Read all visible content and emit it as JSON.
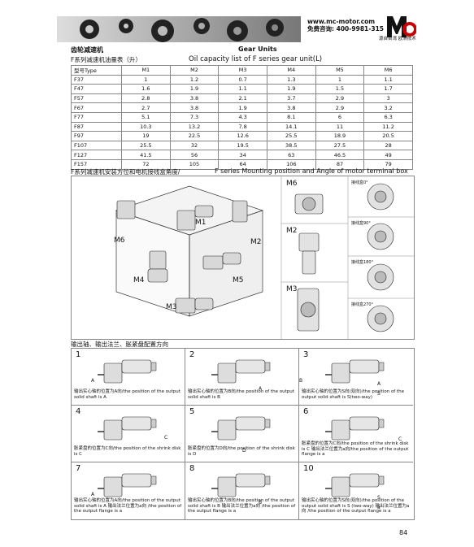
{
  "header": {
    "url": "www.mc-motor.com",
    "hotline": "免费咨询: 400-9981-315",
    "logo_text": "MC",
    "logo_sub": "源自台湾  欧洲技术"
  },
  "titles": {
    "cn": "齿轮减速机",
    "en": "Gear Units",
    "sub_cn": "F系列减速机油量表（升）",
    "sub_en": "Oil capacity list of F series gear unit(L)"
  },
  "oil_table": {
    "headers": [
      "型号Type",
      "M1",
      "M2",
      "M3",
      "M4",
      "M5",
      "M6"
    ],
    "rows": [
      [
        "F37",
        "1",
        "1.2",
        "0.7",
        "1.3",
        "1",
        "1.1"
      ],
      [
        "F47",
        "1.6",
        "1.9",
        "1.1",
        "1.9",
        "1.5",
        "1.7"
      ],
      [
        "F57",
        "2.8",
        "3.8",
        "2.1",
        "3.7",
        "2.9",
        "3"
      ],
      [
        "F67",
        "2.7",
        "3.8",
        "1.9",
        "3.8",
        "2.9",
        "3.2"
      ],
      [
        "F77",
        "5.1",
        "7.3",
        "4.3",
        "8.1",
        "6",
        "6.3"
      ],
      [
        "F87",
        "10.3",
        "13.2",
        "7.8",
        "14.1",
        "11",
        "11.2"
      ],
      [
        "F97",
        "19",
        "22.5",
        "12.6",
        "25.5",
        "18.9",
        "20.5"
      ],
      [
        "F107",
        "25.5",
        "32",
        "19.5",
        "38.5",
        "27.5",
        "28"
      ],
      [
        "F127",
        "41.5",
        "56",
        "34",
        "63",
        "46.5",
        "49"
      ],
      [
        "F157",
        "72",
        "105",
        "64",
        "106",
        "87",
        "79"
      ]
    ]
  },
  "mounting": {
    "title_cn": "F系列减速机安装方位和电机接线盒角度/",
    "title_en": "F series Mounting  position and Angle of motor terminal box",
    "labels": [
      "M1",
      "M2",
      "M3",
      "M4",
      "M5",
      "M6"
    ],
    "side_labels": [
      "M6",
      "M2",
      "M3"
    ],
    "terminal": [
      "接线盒0°",
      "接线盒90°",
      "接线盒180°",
      "接线盒270°"
    ]
  },
  "config": {
    "title": "输出轴、输出法兰、胀紧盘配置方向",
    "cells": [
      {
        "num": "1",
        "caption": "输出实心轴的位置为A向/the position of the output solid shaft is A",
        "letters": [
          "A"
        ]
      },
      {
        "num": "2",
        "caption": "输出实心轴的位置为B向/the position of the output solid shaft is B",
        "letters": [
          "A",
          "B"
        ]
      },
      {
        "num": "3",
        "caption": "输出实心轴的位置为S向(双向)/the position of the output solid shaft is S(two-way)",
        "letters": [
          "A",
          "S"
        ]
      },
      {
        "num": "4",
        "caption": "胀紧盘的位置为C向/the position of the shrink disk is C",
        "letters": [
          "C"
        ]
      },
      {
        "num": "5",
        "caption": "胀紧盘的位置为D向/the position of the shrink disk is D",
        "letters": [
          "D"
        ]
      },
      {
        "num": "6",
        "caption": "胀紧盘的位置为C向/the position of the shrink disk is C 输出法兰位置为a向/the position of the output flange is a",
        "letters": [
          "C"
        ]
      },
      {
        "num": "7",
        "caption": "输出实心轴的位置为A向/the position of the output solid shaft is A 输出法兰位置为a向 /the position of the output flange is a",
        "letters": [
          "A"
        ]
      },
      {
        "num": "8",
        "caption": "输出实心轴的位置为B向/the position of the output solid shaft is B 输出法兰位置为a向 /the position of the output flange is a",
        "letters": [
          "B"
        ]
      },
      {
        "num": "10",
        "caption": "输出实心轴的位置为S向(双向)/the position of the output solid shaft is S (two-way) 输出法兰位置为a向 /the position of the output flange is a",
        "letters": [
          "S",
          "a"
        ]
      }
    ]
  },
  "page_number": "84"
}
